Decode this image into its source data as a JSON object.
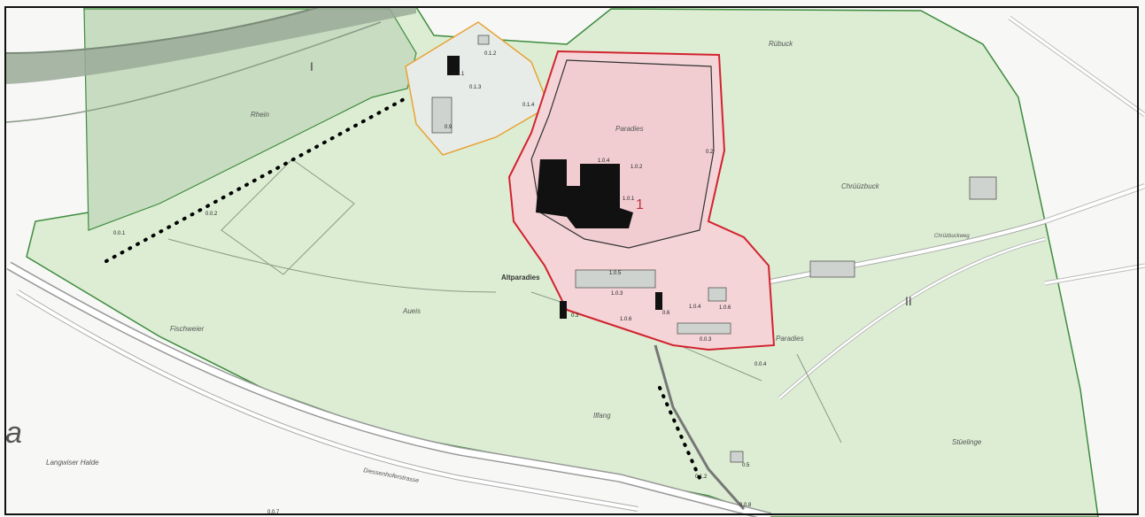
{
  "map": {
    "place_names": {
      "ribuck": "Rübuck",
      "rhein": "Rhein",
      "paradies_top": "Paradies",
      "chruzbuck": "Chrüüzbuck",
      "chruzbuckweg": "Chrüzbuckweg",
      "altparadies": "Altparadies",
      "aueis": "Aueis",
      "fischweier": "Fischweier",
      "paradies_east": "Paradies",
      "ilfang": "Ilfang",
      "stueelinge": "Stüelinge",
      "langwiser_halde": "Langwiser Halde",
      "diessenhoferstrasse": "Diessenhoferstrasse",
      "partial_left": "a"
    },
    "zone_labels": {
      "zone_i": "I",
      "zone_ii": "II",
      "zone_1": "1"
    },
    "object_ids": {
      "n0_1_2": "0.1.2",
      "n0_1_1": "0.1.1",
      "n0_1_3": "0.1.3",
      "n0_1_4": "0.1.4",
      "n0_9": "0.9",
      "n1_0_4": "1.0.4",
      "n1_0_2": "1.0.2",
      "n1_0_1": "1.0.1",
      "n0_2": "0.2",
      "n0_0_1": "0.0.1",
      "n0_0_2": "0.0.2",
      "n1_0_5": "1.0.5",
      "n1_0_3": "1.0.3",
      "n0_3": "0.3",
      "n1_0_6": "1.0.6",
      "n1_0_4b": "1.0.4",
      "n1_0_6b": "1.0.6",
      "n0_0_3": "0.0.3",
      "n0_6": "0.6",
      "n0_0_4": "0.0.4",
      "n0_5": "0.5",
      "n0_1_2b": "0.1.2",
      "n0_0_7": "0.0.7",
      "n0_0_8": "0.0.8"
    },
    "colors": {
      "protection_zone_fill": "#dcedd3",
      "protection_zone_stroke": "#3d8b3d",
      "core_zone_fill": "#f4d4d7",
      "core_zone_stroke": "#d2232f",
      "orange_zone_stroke": "#e8a235",
      "river_fill": "#9aaa98",
      "building_fill": "#111111"
    }
  }
}
